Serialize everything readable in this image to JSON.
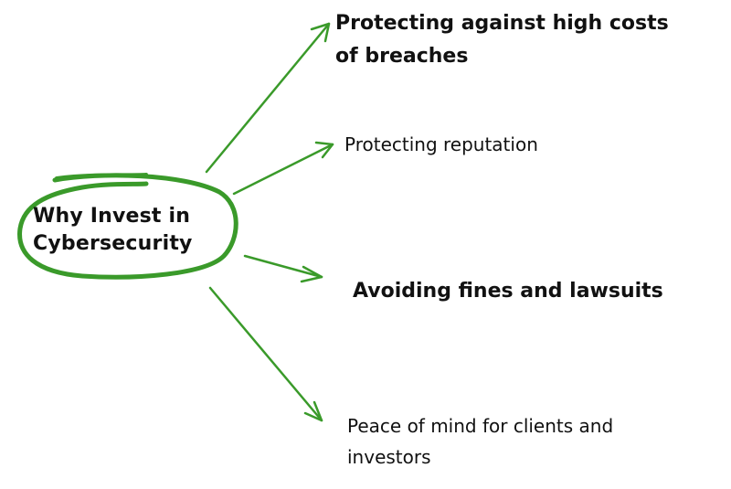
{
  "diagram": {
    "type": "mind-map",
    "accent_color": "#3a9a2a",
    "center": {
      "lines": [
        "Why Invest in",
        "Cybersecurity"
      ]
    },
    "branches": [
      {
        "lines": [
          "Protecting against high costs",
          "of breaches"
        ]
      },
      {
        "lines": [
          "Protecting reputation"
        ]
      },
      {
        "lines": [
          "Avoiding fines and lawsuits"
        ]
      },
      {
        "lines": [
          "Peace of mind for clients and",
          "investors"
        ]
      }
    ]
  }
}
